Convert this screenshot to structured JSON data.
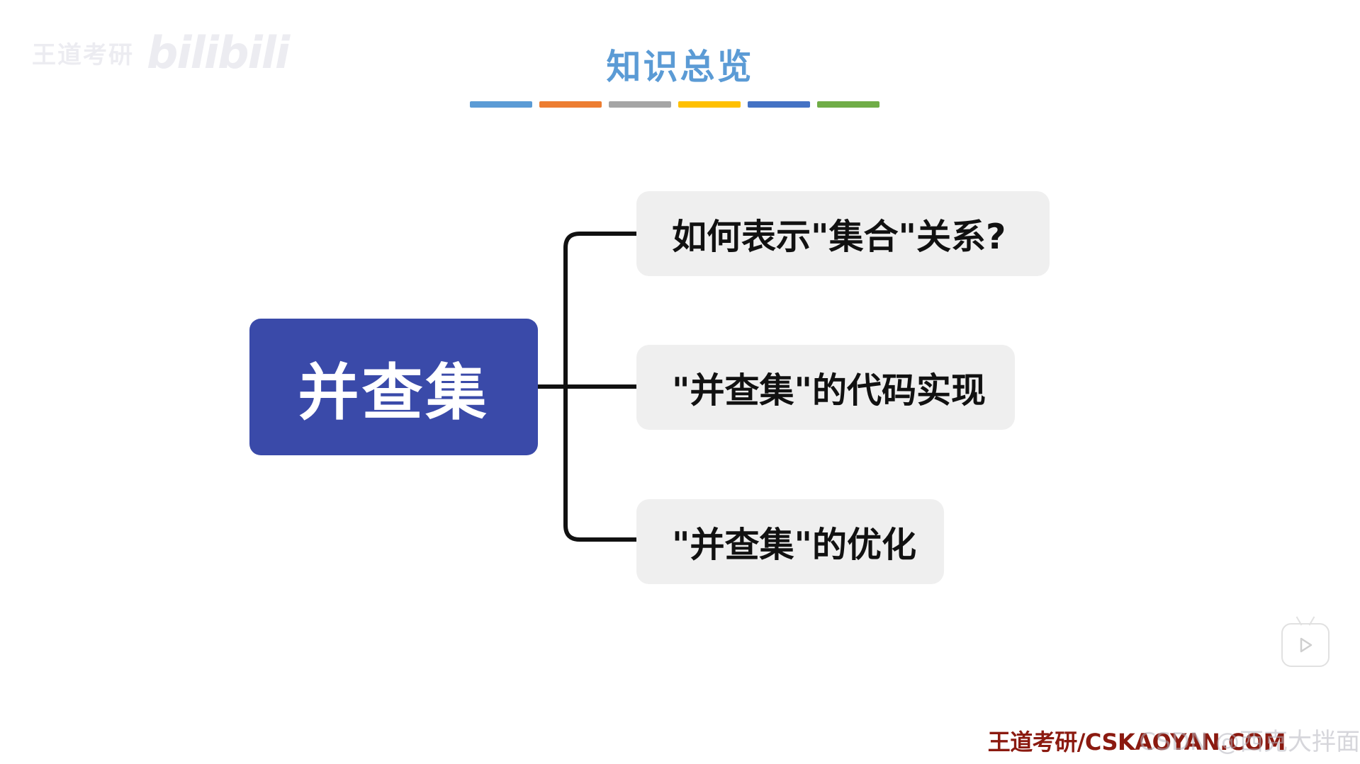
{
  "watermark": {
    "publisher_text": "王道考研",
    "platform_text": "bilibili"
  },
  "title": "知识总览",
  "color_bars": [
    "#5b9bd5",
    "#ed7d31",
    "#a5a5a5",
    "#ffc000",
    "#4472c4",
    "#70ad47"
  ],
  "mindmap": {
    "root": "并查集",
    "root_color": "#3a4aa9",
    "branches": [
      "如何表示\"集合\"关系?",
      "\"并查集\"的代码实现",
      "\"并查集\"的优化"
    ]
  },
  "footer": {
    "source": "王道考研/CSKAOYAN.COM",
    "csdn_watermark": "CSDN @西克大拌面"
  },
  "icons": {
    "player": "play-icon"
  }
}
